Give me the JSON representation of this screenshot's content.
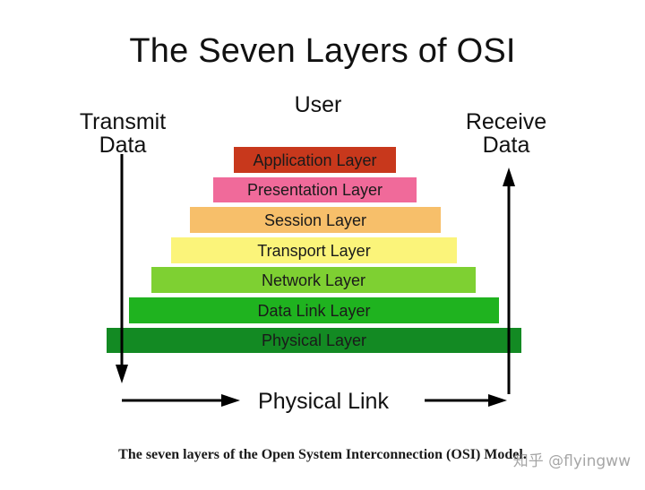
{
  "diagram": {
    "title": "The Seven Layers of OSI",
    "top_label": "User",
    "left_label": [
      "Transmit",
      "Data"
    ],
    "right_label": [
      "Receive",
      "Data"
    ],
    "bottom_label": "Physical Link",
    "layers": [
      {
        "name": "Application Layer",
        "color": "#c8381c"
      },
      {
        "name": "Presentation Layer",
        "color": "#f06a9a"
      },
      {
        "name": "Session Layer",
        "color": "#f7bf6a"
      },
      {
        "name": "Transport Layer",
        "color": "#fbf47a"
      },
      {
        "name": "Network Layer",
        "color": "#7ed032"
      },
      {
        "name": "Data Link Layer",
        "color": "#1fb31f"
      },
      {
        "name": "Physical Layer",
        "color": "#138a23"
      }
    ]
  },
  "caption": "The seven layers of the Open System Interconnection (OSI) Model.",
  "watermark": "知乎 @flyingww"
}
